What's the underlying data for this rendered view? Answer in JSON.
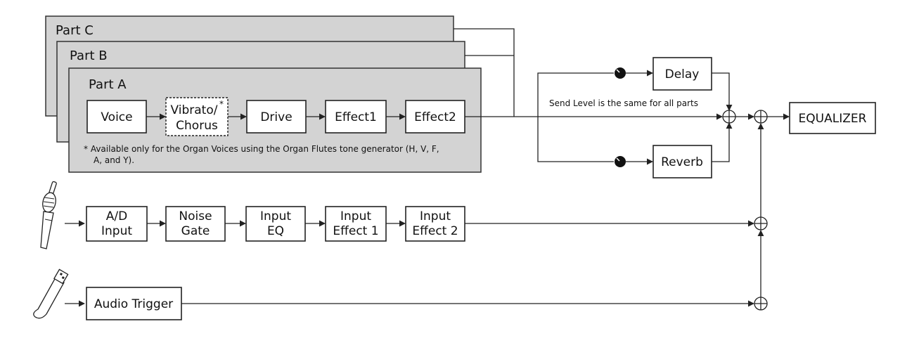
{
  "parts": {
    "part_c": "Part C",
    "part_b": "Part B",
    "part_a": "Part A"
  },
  "blocks": {
    "voice": "Voice",
    "vibrato_line1": "Vibrato/",
    "vibrato_star": "*",
    "vibrato_line2": "Chorus",
    "drive": "Drive",
    "effect1": "Effect1",
    "effect2": "Effect2",
    "delay": "Delay",
    "reverb": "Reverb",
    "equalizer": "EQUALIZER",
    "ad_line1": "A/D",
    "ad_line2": "Input",
    "noise_line1": "Noise",
    "noise_line2": "Gate",
    "inputeq_line1": "Input",
    "inputeq_line2": "EQ",
    "ife1_line1": "Input",
    "ife1_line2": "Effect 1",
    "ife2_line1": "Input",
    "ife2_line2": "Effect 2",
    "audio_trigger": "Audio Trigger"
  },
  "notes": {
    "organ_line1": "* Available only for the Organ Voices using the Organ Flutes tone generator (H, V, F,",
    "organ_line2": "A, and Y).",
    "send_level": "Send Level is the same for all parts"
  },
  "icons": {
    "microphone": "microphone-icon",
    "usb_drive": "usb-drive-icon",
    "send_knob": "send-level-knob-icon",
    "summing": "summing-junction-icon"
  }
}
